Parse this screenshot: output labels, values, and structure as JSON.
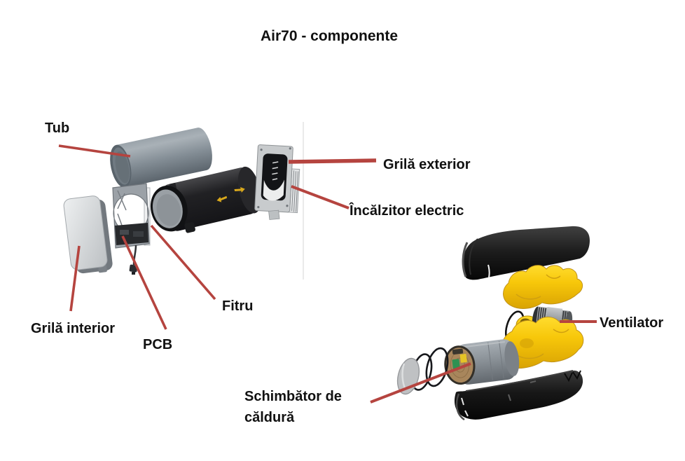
{
  "title": "Air70 - componente",
  "labels": {
    "tub": "Tub",
    "grila_exterior": "Grilă exterior",
    "incalzitor_electric": "Încălzitor electric",
    "grila_interior": "Grilă interior",
    "pcb": "PCB",
    "fitru": "Fitru",
    "ventilator": "Ventilator",
    "schimbator_line1": "Schimbător de",
    "schimbator_line2": "căldură"
  },
  "colors": {
    "background": "#ffffff",
    "label_text": "#111111",
    "leader_line": "#b5443f",
    "part_yellow": "#f6c50a",
    "part_black": "#1a1a1a",
    "part_gray": "#8b949b",
    "divider_line": "#eaeaea"
  }
}
